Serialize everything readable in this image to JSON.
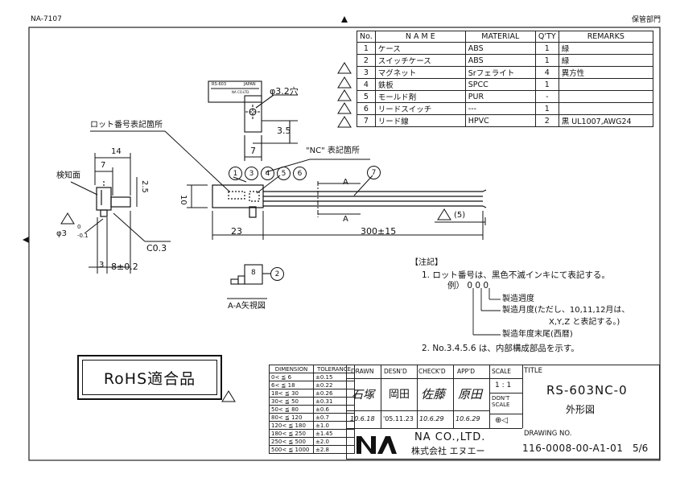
{
  "header": {
    "doc_code": "NA-7107",
    "dept": "保管部門"
  },
  "bom": {
    "headers": [
      "No.",
      "N A M E",
      "MATERIAL",
      "Q'TY",
      "REMARKS"
    ],
    "rows": [
      {
        "no": "1",
        "name": "ケース",
        "material": "ABS",
        "qty": "1",
        "remarks": "緑",
        "warn": false
      },
      {
        "no": "2",
        "name": "スイッチケース",
        "material": "ABS",
        "qty": "1",
        "remarks": "緑",
        "warn": true
      },
      {
        "no": "3",
        "name": "マグネット",
        "material": "Srフェライト",
        "qty": "4",
        "remarks": "異方性",
        "warn": true
      },
      {
        "no": "4",
        "name": "鉄板",
        "material": "SPCC",
        "qty": "1",
        "remarks": "",
        "warn": true
      },
      {
        "no": "5",
        "name": "モールド剤",
        "material": "PUR",
        "qty": "-",
        "remarks": "",
        "warn": true
      },
      {
        "no": "6",
        "name": "リードスイッチ",
        "material": "---",
        "qty": "1",
        "remarks": "",
        "warn": true
      },
      {
        "no": "7",
        "name": "リード線",
        "material": "HPVC",
        "qty": "2",
        "remarks": "黒 UL1007,AWG24",
        "warn": false
      }
    ]
  },
  "drawing": {
    "lot_mark_label": "ロット番号表記箇所",
    "nc_mark_label": "\"NC\" 表記箇所",
    "sensing_face": "検知面",
    "dims": {
      "d14": "14",
      "d7a": "7",
      "d25": "2.5",
      "d10": "10",
      "d23": "23",
      "d300": "300±15",
      "d3": "3",
      "d8": "8±0.2",
      "c03": "C0.3",
      "phi3": "φ3",
      "phi_tol_top": "0",
      "phi_tol_bot": "-0.1",
      "d7b": "7",
      "d35": "3.5",
      "phi32": "φ3.2穴",
      "A": "A",
      "warn5": "(5)"
    },
    "balloons": [
      "1",
      "3",
      "4",
      "5",
      "6"
    ],
    "balloon7": "7",
    "balloon2": "2",
    "label_plate": {
      "l1": "RS-603",
      "l2": "JAPAN",
      "l3": "NA CO.LTD."
    },
    "view_caption": "A-A矢視図",
    "view_num": "8"
  },
  "notes": {
    "title": "【注記】",
    "n1": "1.  ロット番号は、黒色不滅インキにて表記する。",
    "example": "例） 0 0 0",
    "week": "製造週度",
    "month": "製造月度(ただし、10,11,12月は、",
    "month2": "X,Y,Z と表記する。)",
    "year": "製造年度末尾(西暦)",
    "n2": "2.  No.3.4.5.6 は、内部構成部品を示す。"
  },
  "rohs": "RoHS適合品",
  "tolerance": {
    "headers": [
      "DIMENSION",
      "TOLERANCE"
    ],
    "rows": [
      [
        "0<  ≦  6",
        "±0.15"
      ],
      [
        "6<  ≦  18",
        "±0.22"
      ],
      [
        "18<  ≦  30",
        "±0.26"
      ],
      [
        "30<  ≦  50",
        "±0.31"
      ],
      [
        "50<  ≦  80",
        "±0.6"
      ],
      [
        "80<  ≦  120",
        "±0.7"
      ],
      [
        "120<  ≦  180",
        "±1.0"
      ],
      [
        "180<  ≦  250",
        "±1.45"
      ],
      [
        "250<  ≦  500",
        "±2.0"
      ],
      [
        "500<  ≦ 1000",
        "±2.8"
      ]
    ]
  },
  "titleblock": {
    "h_drawn": "DRAWN",
    "h_desnd": "DESN'D",
    "h_check": "CHECK'D",
    "h_appd": "APP'D",
    "h_scale": "SCALE",
    "sig_drawn": "石塚",
    "sig_desnd": "岡田",
    "sig_check": "佐藤",
    "sig_appd": "原田",
    "date_drawn": "10.6.18",
    "date_desnd": "'05.11.23",
    "date_check": "10.6.29",
    "date_appd": "10.6.29",
    "scale": "1 : 1",
    "dont_scale": "DON'T SCALE",
    "proj_symbol": "⊕◁",
    "title_label": "TITLE",
    "title": "RS-603NC-0",
    "subtitle": "外形図",
    "company_en": "NA CO.,LTD.",
    "company_jp": "株式会社  エヌエー",
    "dwg_label": "DRAWING NO.",
    "dwg_no": "116-0008-00-A1-01",
    "sheet": "5/6"
  }
}
